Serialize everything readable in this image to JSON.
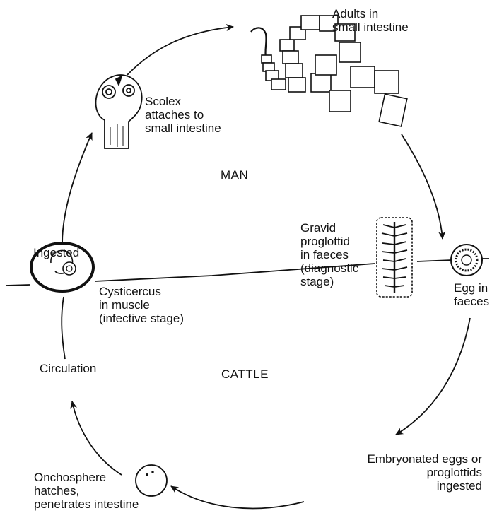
{
  "diagram": {
    "regions": {
      "man": "MAN",
      "cattle": "CATTLE"
    },
    "stages": {
      "adults": {
        "line1": "Adults in",
        "line2": "small intestine"
      },
      "scolex": {
        "line1": "Scolex",
        "line2": "attaches to",
        "line3": "small intestine"
      },
      "gravid": {
        "line1": "Gravid",
        "line2": "proglottid",
        "line3": "in faeces",
        "line4": "(diagnostic",
        "line5": "stage)"
      },
      "egg": {
        "line1": "Egg in",
        "line2": "faeces"
      },
      "embryonated": {
        "line1": "Embryonated eggs or",
        "line2": "proglottids",
        "line3": "ingested"
      },
      "onchosphere": {
        "line1": "Onchosphere",
        "line2": "hatches,",
        "line3": "penetrates intestine"
      },
      "circulation": "Circulation",
      "ingested": "Ingested",
      "cysticercus": {
        "line1": "Cysticercus",
        "line2": "in muscle",
        "line3": "(infective stage)"
      }
    },
    "colors": {
      "ink": "#111111",
      "paper": "#ffffff"
    }
  }
}
